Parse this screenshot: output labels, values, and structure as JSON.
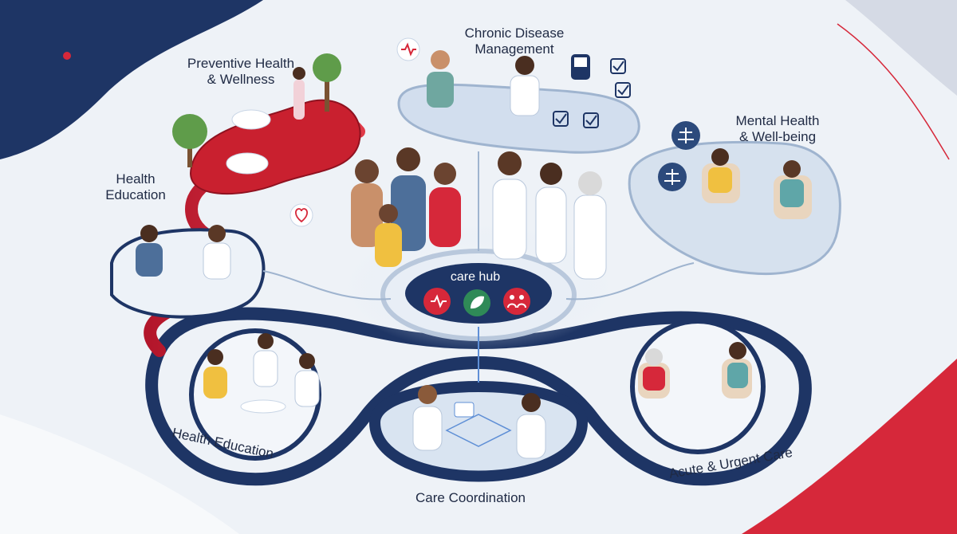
{
  "labels": {
    "preventive": "Preventive Health\n& Wellness",
    "chronic": "Chronic Disease\nManagement",
    "mental": "Mental Health\n& Well-being",
    "education_top": "Health\nEducation",
    "hub": "care hub",
    "education_path": "Health Education",
    "coordination_path": "Care Coordination",
    "acute_path": "Acute & Urgent Care"
  },
  "colors": {
    "navy": "#1e3565",
    "red": "#d6283a",
    "light_blue": "#cfdcec",
    "background": "#eef2f7"
  },
  "icons": [
    "heart-pulse-icon",
    "leaf-icon",
    "family-icon",
    "glucose-meter-icon",
    "checkbox-icon",
    "scale-icon",
    "heart-icon",
    "pulse-icon"
  ]
}
